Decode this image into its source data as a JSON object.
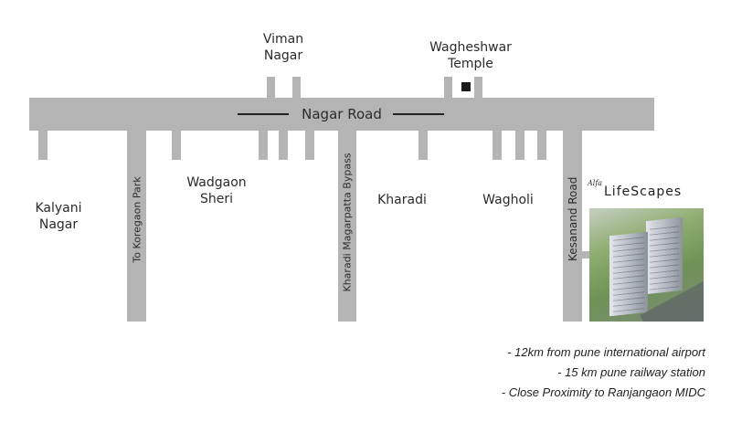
{
  "map": {
    "main_road_label": "Nagar Road",
    "localities": {
      "viman_nagar": [
        "Viman",
        "Nagar"
      ],
      "wagheshwar_temple": [
        "Wagheshwar",
        "Temple"
      ],
      "kalyani_nagar": [
        "Kalyani",
        "Nagar"
      ],
      "wadgaon_sheri": [
        "Wadgaon",
        "Sheri"
      ],
      "kharadi": "Kharadi",
      "wagholi": "Wagholi"
    },
    "cross_roads": {
      "koregaon": "To Koregaon Park",
      "kharadi_bypass": "Kharadi Magarpatta Bypass",
      "kesanand": "Kesanand Road"
    },
    "road_color": "#b4b4b4",
    "landmark_marker_color": "#1a1a1a"
  },
  "project": {
    "brand_prefix": "Alfa",
    "brand_name": "LifeScapes",
    "image": "building-rendering"
  },
  "highlights": [
    "- 12km from pune international airport",
    "- 15 km pune railway station",
    "- Close Proximity to Ranjangaon MIDC"
  ]
}
